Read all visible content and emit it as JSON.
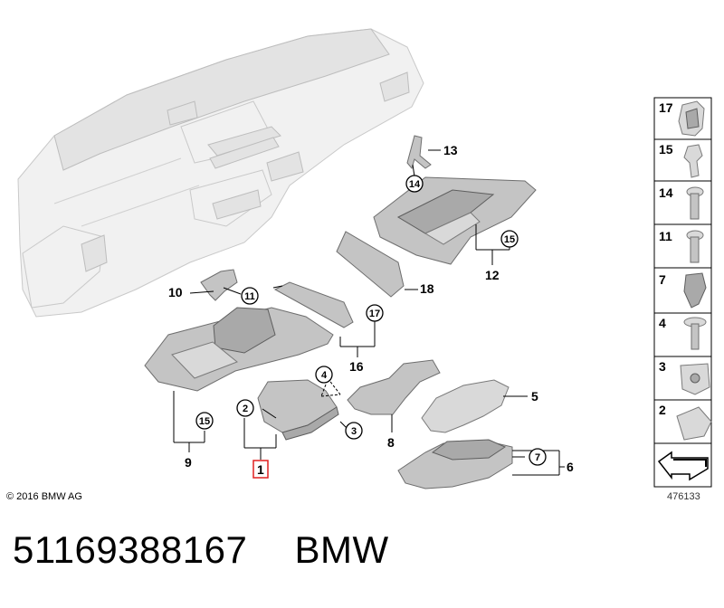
{
  "copyright": "© 2016 BMW AG",
  "drawing_number": "476133",
  "part_number": "51169388167",
  "brand": "BMW",
  "main_labels": {
    "p1": "1",
    "p2": "2",
    "p3": "3",
    "p4": "4",
    "p5": "5",
    "p6": "6",
    "p7": "7",
    "p8": "8",
    "p9": "9",
    "p10": "10",
    "p11": "11",
    "p12": "12",
    "p13": "13",
    "p14": "14",
    "p15a": "15",
    "p15b": "15",
    "p16": "16",
    "p17": "17",
    "p18": "18"
  },
  "side_panel": [
    "17",
    "15",
    "14",
    "11",
    "7",
    "4",
    "3",
    "2"
  ],
  "colors": {
    "highlight": "#e02020"
  }
}
